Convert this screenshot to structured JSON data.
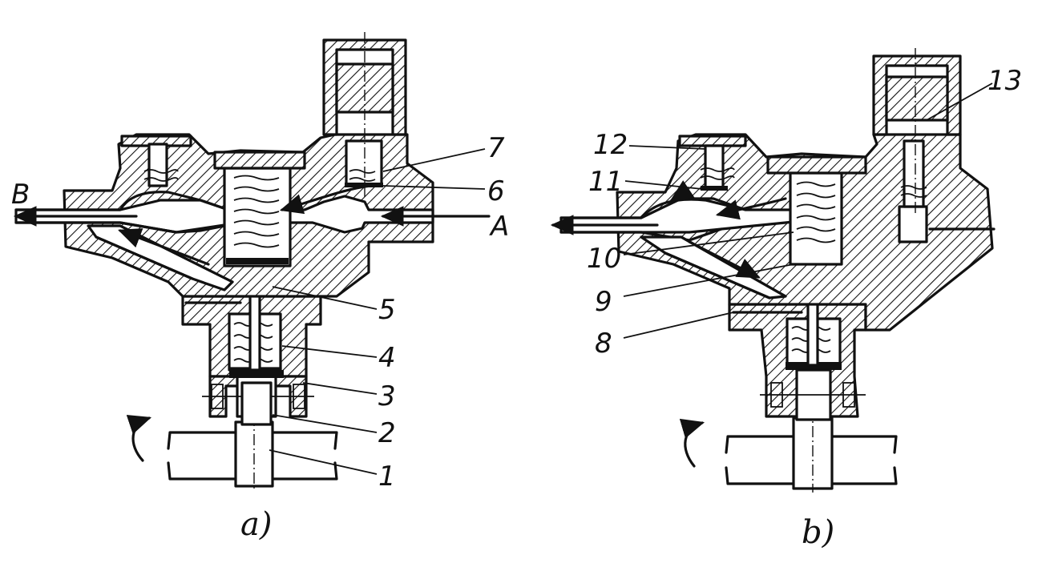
{
  "figure_a": {
    "caption": "a)",
    "port_left": "B",
    "port_right": "A",
    "labels": [
      "1",
      "2",
      "3",
      "4",
      "5",
      "6",
      "7"
    ]
  },
  "figure_b": {
    "caption": "b)",
    "labels": [
      "8",
      "9",
      "10",
      "11",
      "12",
      "13"
    ]
  }
}
